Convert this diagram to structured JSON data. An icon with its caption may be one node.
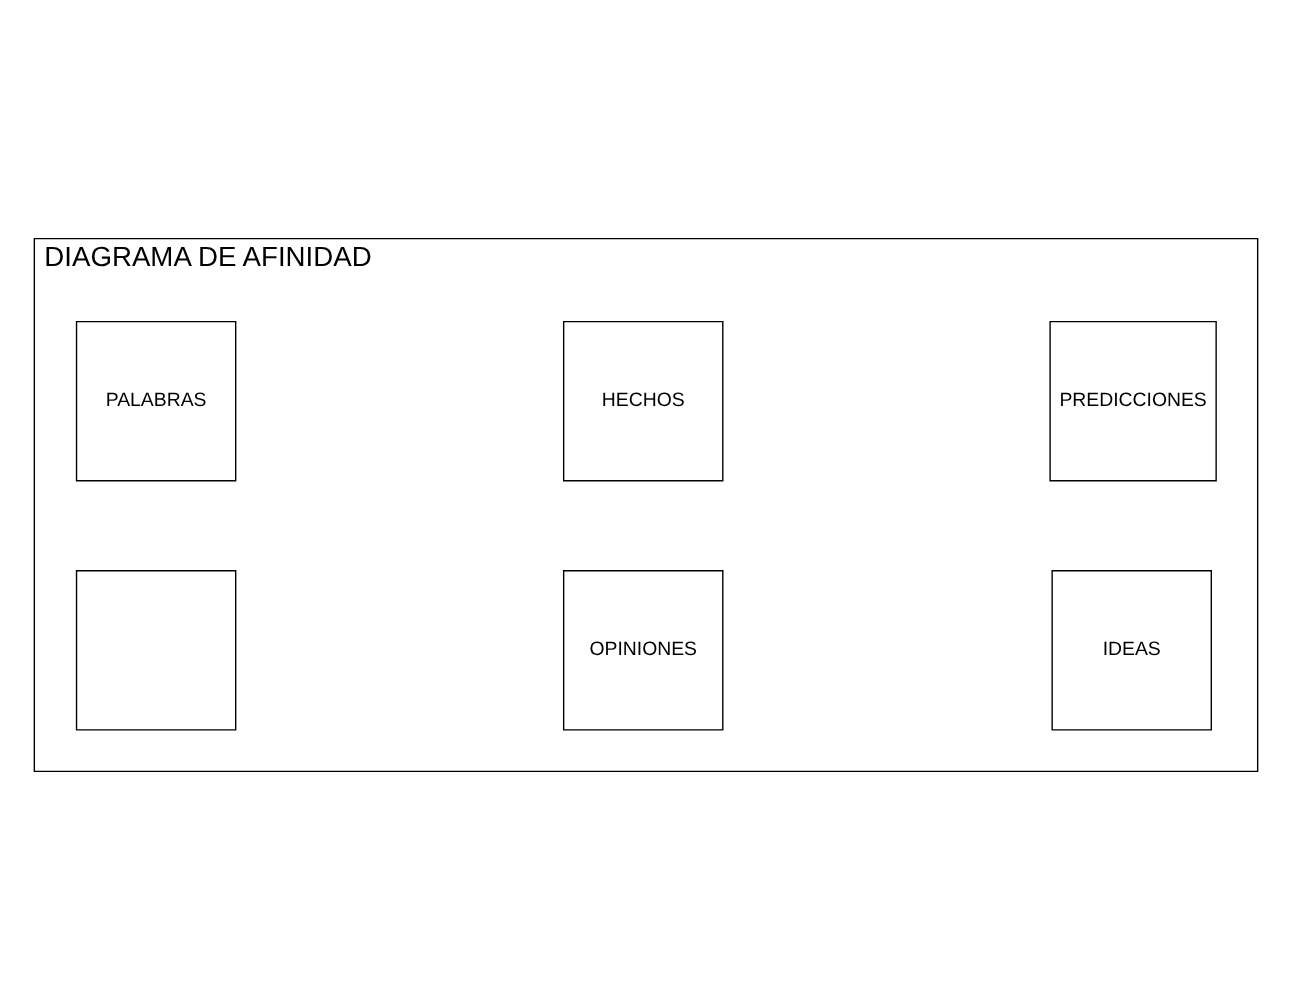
{
  "diagram": {
    "nodes": [
      {
        "text": [
          "DIAGRAMA DE AFINIDAD"
        ]
      },
      {
        "text": [
          "PALABRAS"
        ],
        "in": 0
      },
      {
        "text": [
          "HECHOS"
        ],
        "in": 0
      },
      {
        "text": [
          "PREDICCIONES"
        ],
        "in": 0
      },
      {
        "text": [],
        "shape": "box",
        "in": 0
      },
      {
        "text": [
          "OPINIONES"
        ],
        "in": 0
      },
      {
        "text": [
          "IDEAS"
        ],
        "in": 0
      }
    ],
    "edges": []
  }
}
